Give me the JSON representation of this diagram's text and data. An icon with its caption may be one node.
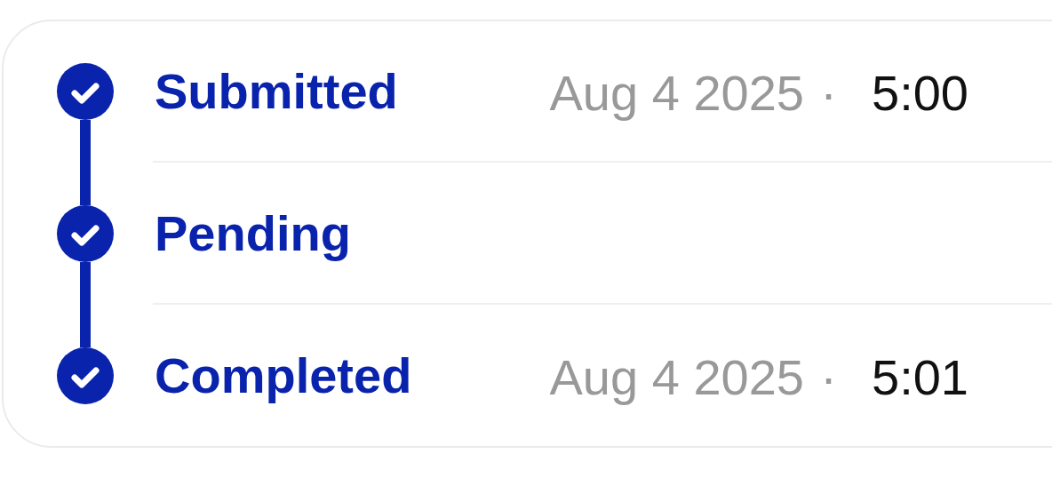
{
  "diagram": {
    "nodes": [
      {
        "text": [],
        "shape": "box"
      },
      {
        "text": [],
        "shape": "circle",
        "in": 0,
        "beside": [
          "Submitted",
          "Aug 4 2025",
          "·",
          "5:00"
        ]
      },
      {
        "text": [],
        "shape": "circle",
        "in": 0,
        "beside": [
          "Pending"
        ]
      },
      {
        "text": [],
        "shape": "circle",
        "in": 0,
        "beside": [
          "Completed",
          "Aug 4 2025",
          "·",
          "5:01"
        ]
      }
    ],
    "edges": [
      {
        "from": 1,
        "to": 2,
        "arrow": "none"
      },
      {
        "from": 2,
        "to": 3,
        "arrow": "none"
      }
    ]
  }
}
